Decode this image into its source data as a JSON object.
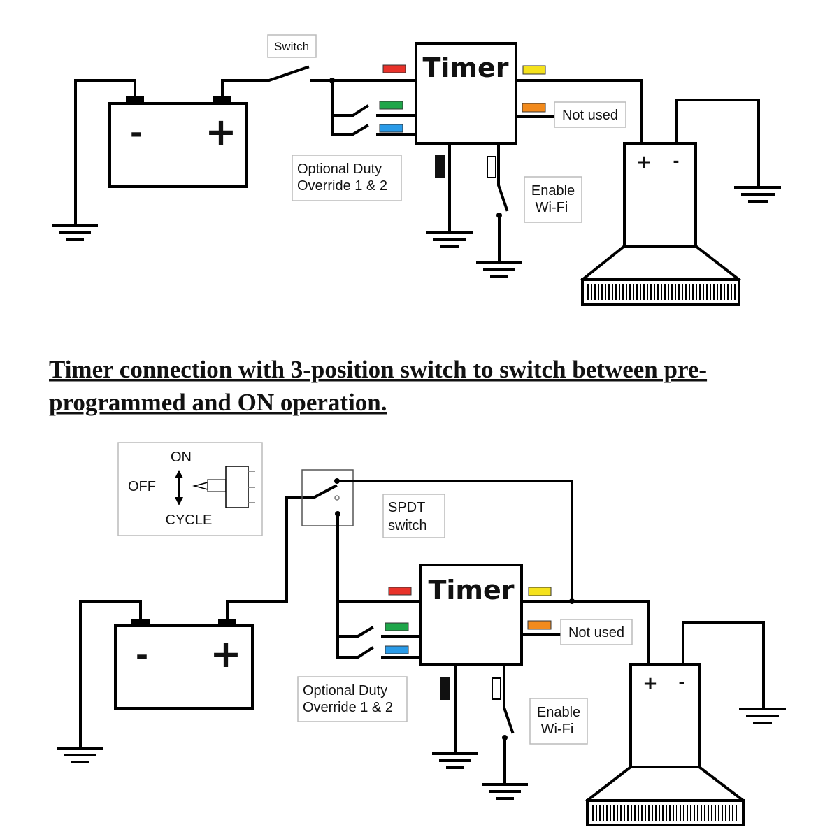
{
  "title": {
    "line1": "Timer connection with 3-position switch to switch between pre-",
    "line2": "programmed and ON operation."
  },
  "labels": {
    "timer": "Timer",
    "switch": "Switch",
    "not_used": "Not used",
    "optional_line1": "Optional Duty",
    "optional_line2": "Override 1 & 2",
    "enable_line1": "Enable",
    "enable_line2": "Wi-Fi",
    "spdt_line1": "SPDT",
    "spdt_line2": "switch",
    "battery_minus": "-",
    "battery_plus": "+",
    "hood_plus": "+",
    "hood_minus": "-",
    "pos_on": "ON",
    "pos_off": "OFF",
    "pos_cycle": "CYCLE"
  },
  "wire_colors": {
    "red": "#e8322a",
    "yellow": "#f5e21c",
    "green": "#1fa64a",
    "orange": "#f28a1c",
    "blue": "#2a9be8",
    "black": "#111111",
    "white": "#ffffff"
  }
}
